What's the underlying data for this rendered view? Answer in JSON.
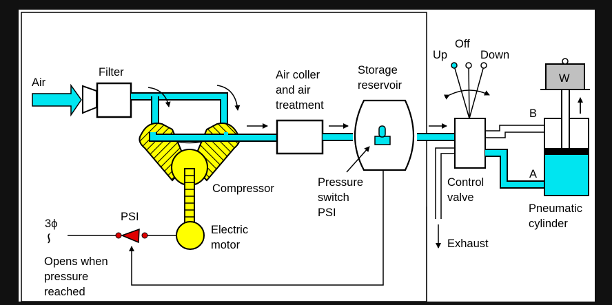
{
  "diagram": {
    "title": "Pneumatic system schematic",
    "colors": {
      "background_outer": "#111111",
      "panel": "#ffffff",
      "air": "#00e5f0",
      "compressor": "#ffff00",
      "switch": "#e00000",
      "weight": "#c0c0c0",
      "line": "#000000"
    },
    "labels": {
      "air": "Air",
      "filter": "Filter",
      "air_cooler_l1": "Air coller",
      "air_cooler_l2": "and air",
      "air_cooler_l3": "treatment",
      "storage_l1": "Storage",
      "storage_l2": "reservoir",
      "pressure_switch_l1": "Pressure",
      "pressure_switch_l2": "switch",
      "pressure_switch_l3": "PSI",
      "compressor": "Compressor",
      "electric_motor_l1": "Electric",
      "electric_motor_l2": "motor",
      "psi": "PSI",
      "three_phase": "3ϕ",
      "ac_symbol": "∽",
      "opens_l1": "Opens when",
      "opens_l2": "pressure",
      "opens_l3": "reached",
      "up": "Up",
      "off": "Off",
      "down": "Down",
      "control_valve_l1": "Control",
      "control_valve_l2": "valve",
      "port_b": "B",
      "port_a": "A",
      "weight": "W",
      "cylinder_l1": "Pneumatic",
      "cylinder_l2": "cylinder",
      "exhaust": "Exhaust"
    }
  }
}
